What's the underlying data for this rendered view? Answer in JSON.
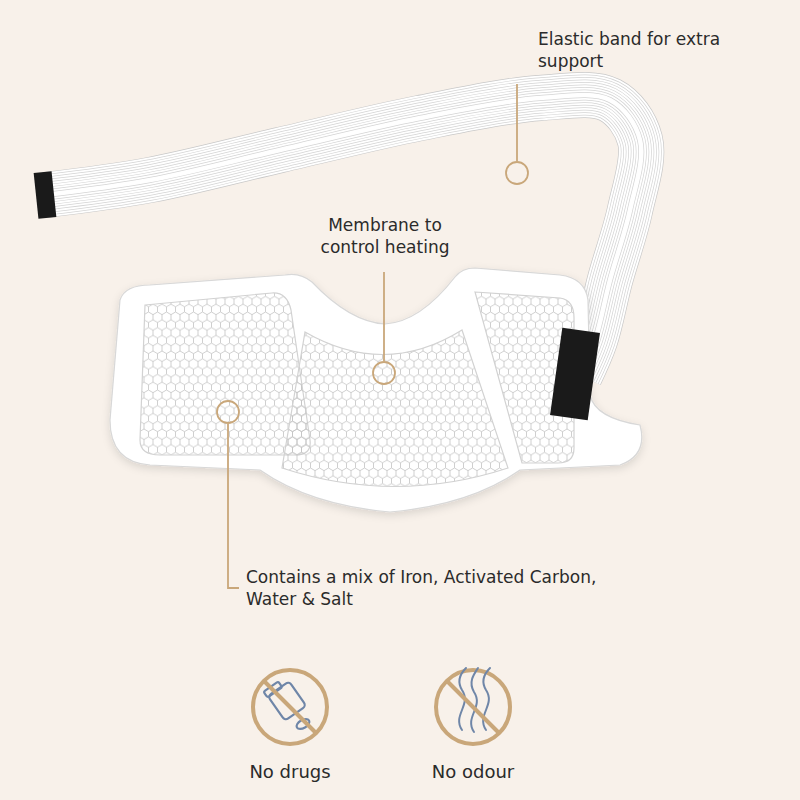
{
  "diagram": {
    "labels": [
      "Elastic band for extra support",
      "Membrane to control heating",
      "Contains a mix of Iron, Activated Carbon, Water & Salt",
      "No drugs",
      "No odour"
    ]
  }
}
